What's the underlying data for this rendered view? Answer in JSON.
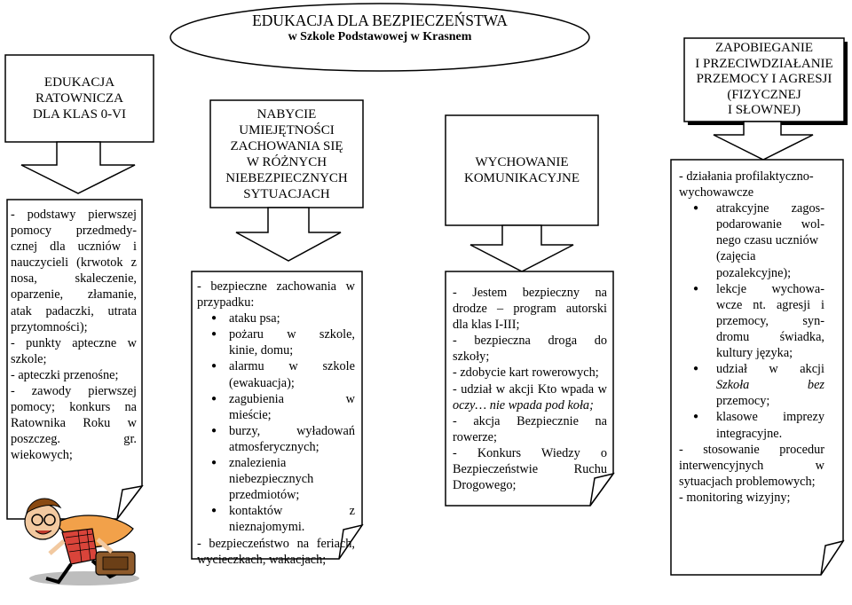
{
  "header": {
    "title": "EDUKACJA DLA BEZPIECZEŃSTWA",
    "subtitle": "w Szkole Podstawowej w Krasnem"
  },
  "columns": [
    {
      "heading": [
        "EDUKACJA",
        "RATOWNICZA",
        "DLA KLAS 0-VI"
      ],
      "lines": [
        "- podstawy pierwszej",
        "pomocy przedmedy-",
        "cznej dla uczniów i",
        "nauczycieli (krwotok z",
        "nosa, skaleczenie,",
        "oparzenie, złamanie,",
        "atak padaczki, utrata",
        "przytomności);",
        "- punkty apteczne w",
        "szkole;",
        "- apteczki przenośne;",
        "- zawody pierwszej",
        "pomocy; konkurs na",
        "Ratownika Roku w",
        "poszczeg. gr.",
        "wiekowych;"
      ]
    },
    {
      "heading": [
        "NABYCIE",
        "UMIEJĘTNOŚCI",
        "ZACHOWANIA SIĘ",
        "W RÓŻNYCH",
        "NIEBEZPIECZNYCH",
        "SYTUACJACH"
      ],
      "intro": [
        "- bezpieczne zachowania w",
        "przypadku:"
      ],
      "bullets": [
        [
          "ataku psa;"
        ],
        [
          "pożaru w szkole,",
          "kinie, domu;"
        ],
        [
          "alarmu w szkole",
          "(ewakuacja);"
        ],
        [
          "zagubienia w",
          "mieście;"
        ],
        [
          "burzy, wyładowań",
          "atmosferycznych;"
        ],
        [
          "znalezienia",
          "niebezpiecznych",
          "przedmiotów;"
        ],
        [
          "kontaktów z",
          "nieznajomymi."
        ]
      ],
      "outro": [
        "- bezpieczeństwo na feriach,",
        "wycieczkach, wakacjach;"
      ]
    },
    {
      "heading": [
        "WYCHOWANIE",
        "KOMUNIKACYJNE"
      ],
      "lines": [
        "- Jestem bezpieczny na",
        "drodze – program autorski",
        "dla klas I-III;",
        "- bezpieczna droga do",
        "szkoły;",
        "- zdobycie kart rowerowych;",
        "- udział w akcji Kto wpada w",
        "oczy… nie wpada pod koła;",
        "- akcja Bezpiecznie na",
        "rowerze;",
        "- Konkurs Wiedzy o",
        "Bezpieczeństwie Ruchu",
        "Drogowego;"
      ]
    },
    {
      "heading": [
        "ZAPOBIEGANIE",
        "I PRZECIWDZIAŁANIE",
        "PRZEMOCY I AGRESJI",
        "(FIZYCZNEJ",
        "I SŁOWNEJ)"
      ],
      "intro": [
        "- działania profilaktyczno-",
        "wychowawcze"
      ],
      "bullets": [
        [
          "atrakcyjne zagos-",
          "podarowanie wol-",
          "nego czasu uczniów",
          "(zajęcia",
          "pozalekcyjne);"
        ],
        [
          "lekcje wychowa-",
          "wcze nt. agresji i",
          "przemocy, syn-",
          "dromu świadka,",
          "kultury języka;"
        ],
        [
          "udział w akcji",
          "Szkoła bez",
          "przemocy;"
        ],
        [
          "klasowe imprezy",
          "integracyjne."
        ]
      ],
      "outro": [
        "- stosowanie procedur",
        "interwencyjnych w",
        "sytuacjach problemowych;",
        "- monitoring wizyjny;"
      ]
    }
  ]
}
